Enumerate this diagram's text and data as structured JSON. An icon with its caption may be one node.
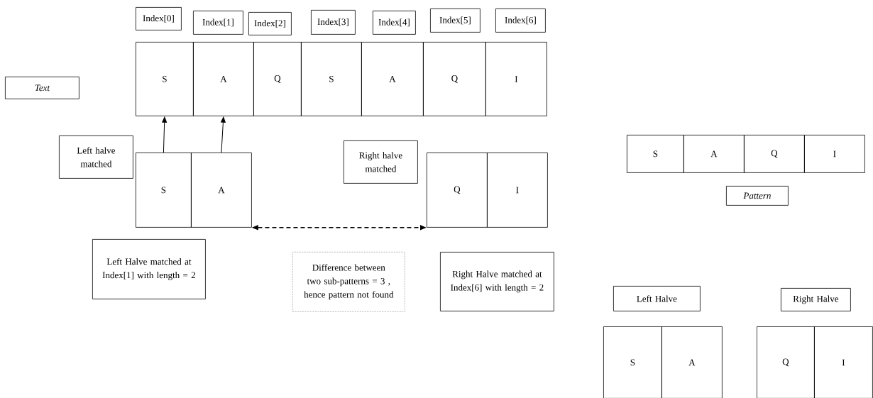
{
  "diagram": {
    "nodes": [
      {
        "text": [
          "Index[0]"
        ]
      },
      {
        "text": [
          "Index[1]"
        ]
      },
      {
        "text": [
          "Index[2]"
        ]
      },
      {
        "text": [
          "Index[3]"
        ]
      },
      {
        "text": [
          "Index[4]"
        ]
      },
      {
        "text": [
          "Index[5]"
        ]
      },
      {
        "text": [
          "Index[6]"
        ]
      },
      {
        "text": [
          "Text"
        ]
      },
      {
        "text": [
          "S"
        ]
      },
      {
        "text": [
          "A"
        ]
      },
      {
        "text": [
          "Q"
        ]
      },
      {
        "text": [
          "S"
        ]
      },
      {
        "text": [
          "A"
        ]
      },
      {
        "text": [
          "Q"
        ]
      },
      {
        "text": [
          "I"
        ]
      },
      {
        "text": [
          "Left halve matched"
        ]
      },
      {
        "text": [
          "S"
        ]
      },
      {
        "text": [
          "A"
        ]
      },
      {
        "text": [
          "Right halve matched"
        ]
      },
      {
        "text": [
          "Q"
        ]
      },
      {
        "text": [
          "I"
        ]
      },
      {
        "text": [
          "Left Halve matched at Index[1] with length = 2"
        ]
      },
      {
        "text": [
          "Difference between two sub-patterns = 3 , hence pattern not found"
        ]
      },
      {
        "text": [
          "Right Halve matched at Index[6] with length = 2"
        ]
      },
      {
        "text": [
          "S"
        ]
      },
      {
        "text": [
          "A"
        ]
      },
      {
        "text": [
          "Q"
        ]
      },
      {
        "text": [
          "I"
        ]
      },
      {
        "text": [
          "Pattern"
        ]
      },
      {
        "text": [
          "Left Halve"
        ]
      },
      {
        "text": [
          "Right Halve"
        ]
      },
      {
        "text": [
          "S"
        ]
      },
      {
        "text": [
          "A"
        ]
      },
      {
        "text": [
          "Q"
        ]
      },
      {
        "text": [
          "I"
        ]
      }
    ],
    "edges": [
      {
        "from": 16,
        "to": 8,
        "arrow": "to"
      },
      {
        "from": 17,
        "to": 9,
        "arrow": "to"
      },
      {
        "from": 17,
        "to": 19,
        "arrow": "both",
        "style": "dashed"
      }
    ]
  }
}
